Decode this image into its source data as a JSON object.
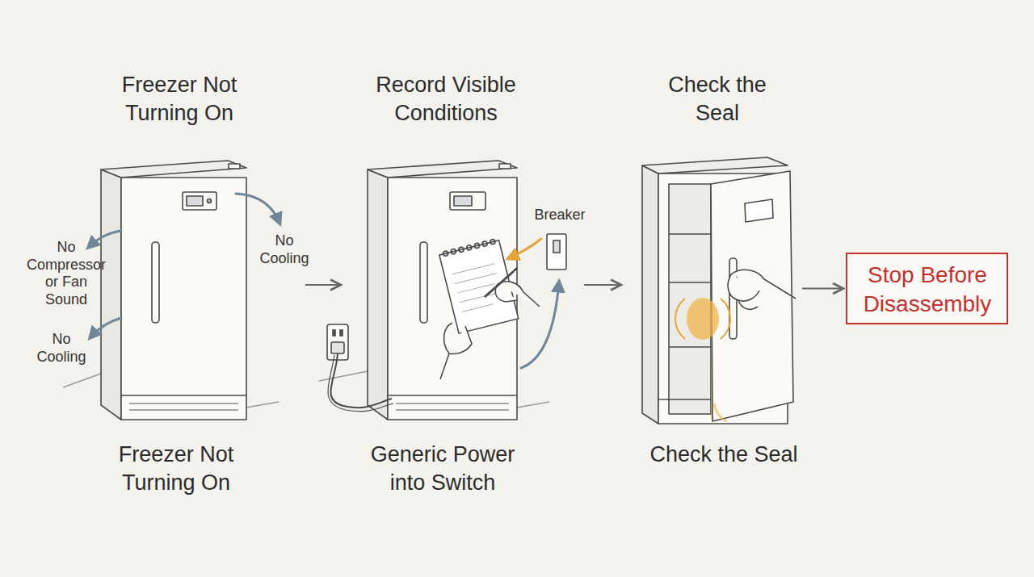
{
  "diagram": {
    "nodes": [
      {
        "text": [
          "Freezer Not Turning On",
          "Freezer Not Turning On"
        ]
      },
      {
        "text": [
          "Record Visible Conditions",
          "Generic Power into Switch"
        ]
      },
      {
        "text": [
          "Check the Seal",
          "Check the Seal"
        ]
      },
      {
        "text": [
          "Stop Before Disassembly"
        ]
      }
    ],
    "edges": [
      {
        "from": 0,
        "to": 1,
        "arrow": "to"
      },
      {
        "from": 1,
        "to": 2,
        "arrow": "to"
      },
      {
        "from": 2,
        "to": 3,
        "arrow": "to"
      }
    ],
    "labels": [
      "No Compressor or Fan Sound",
      "No Cooling",
      "No Cooling",
      "Breaker"
    ]
  }
}
